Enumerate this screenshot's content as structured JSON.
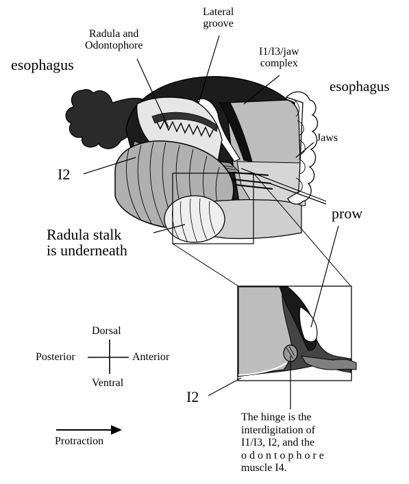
{
  "labels": {
    "lateral_groove": [
      "Lateral",
      "groove"
    ],
    "radula_odontophore": [
      "Radula and",
      "Odontophore"
    ],
    "esophagus_left": "esophagus",
    "i1i3_jaw_complex": [
      "I1/I3/jaw",
      "complex"
    ],
    "esophagus_right": "esophagus",
    "jaws": "Jaws",
    "i2_top": "I2",
    "prow": "prow",
    "radula_stalk": [
      "Radula stalk",
      "is underneath"
    ],
    "dorsal": "Dorsal",
    "posterior": "Posterior",
    "anterior": "Anterior",
    "ventral": "Ventral",
    "i2_bottom": "I2",
    "protraction": "Protraction",
    "hinge_note": [
      "The hinge is the",
      "interdigitation of",
      "I1/I3, I2, and the",
      "o d o n t o p h o r e",
      "muscle I4."
    ]
  }
}
